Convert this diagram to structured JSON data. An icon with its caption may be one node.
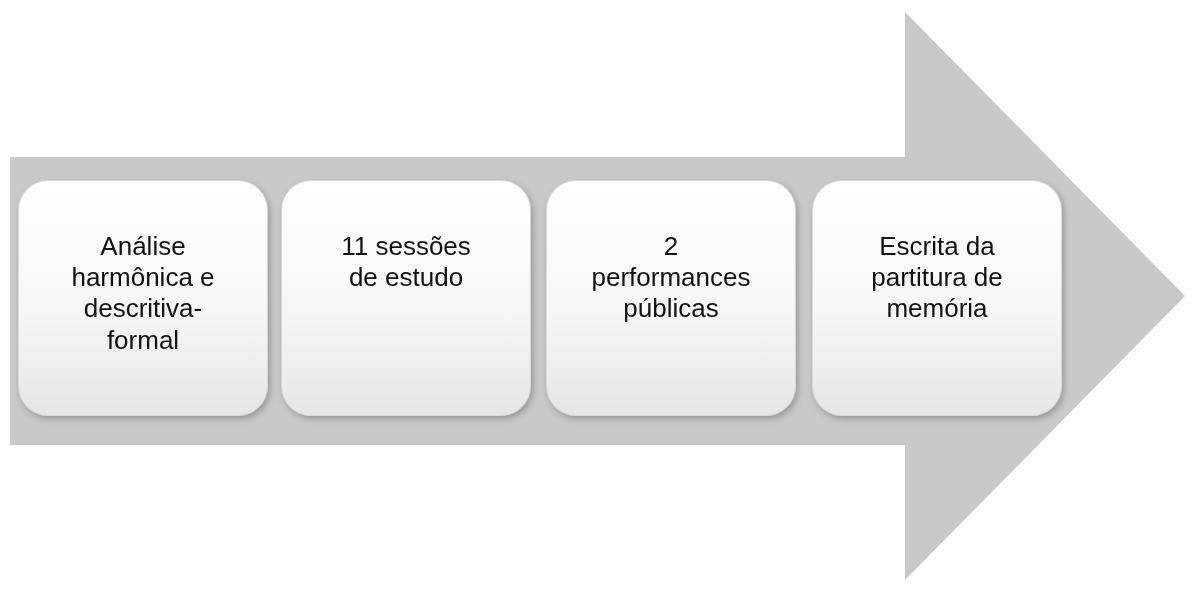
{
  "diagram": {
    "nodes": [
      {
        "text": [
          "Análise harmônica e descritiva-formal"
        ]
      },
      {
        "text": [
          "11 sessões de estudo"
        ]
      },
      {
        "text": [
          "2 performances públicas"
        ]
      },
      {
        "text": [
          "Escrita da partitura de memória"
        ]
      }
    ]
  }
}
